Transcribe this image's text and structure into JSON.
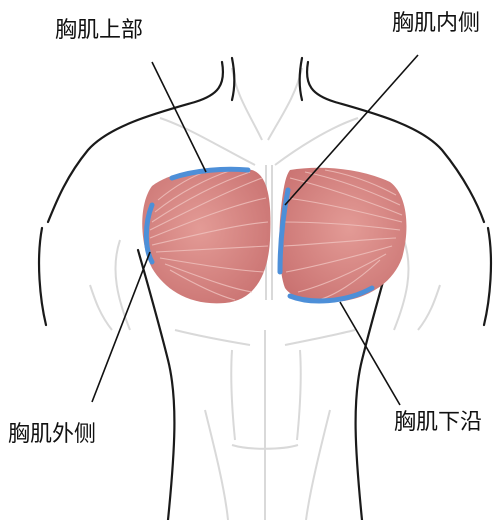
{
  "labels": {
    "upper": "胸肌上部",
    "inner": "胸肌内侧",
    "outer": "胸肌外侧",
    "lower": "胸肌下沿"
  },
  "colors": {
    "muscle_fill": "#d98583",
    "muscle_fiber": "#f2c4c0",
    "edge_highlight": "#4d8fd8",
    "outline": "#1a1a1a",
    "detail_line": "#d6d6d6",
    "background": "#ffffff"
  }
}
